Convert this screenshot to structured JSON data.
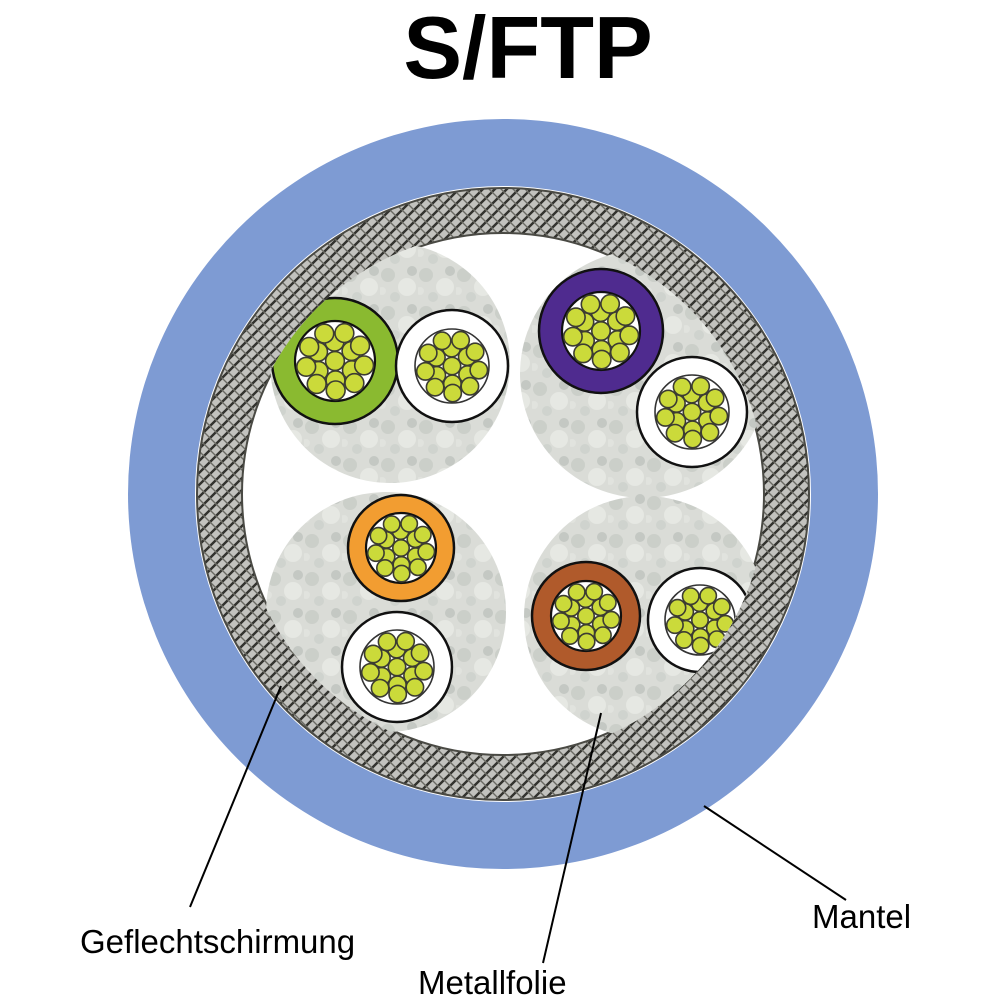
{
  "title": "S/FTP",
  "labels": {
    "braid": "Geflechtschirmung",
    "foil": "Metallfolie",
    "jacket": "Mantel"
  },
  "colors": {
    "background": "#ffffff",
    "jacket": "#7e9bd3",
    "braid_base": "#c2c2be",
    "braid_weave_dark": "#32322e",
    "braid_weave_mid": "#6a6a63",
    "foil_base": "#dadcd7",
    "wire_green": "#8aba30",
    "wire_purple": "#4f2b8f",
    "wire_orange": "#f29d31",
    "wire_brown": "#b05a2b",
    "wire_white": "#ffffff",
    "strand": "#cbda3a",
    "strand_outline": "#3c3c32",
    "outline": "#111111",
    "text": "#000000"
  }
}
